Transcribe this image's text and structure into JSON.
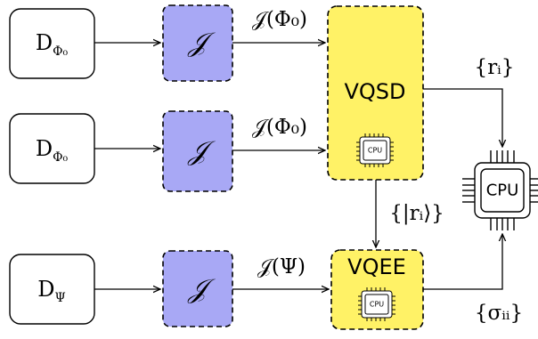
{
  "nodes": {
    "d_phi0_top": {
      "main": "D",
      "sub": "Φ₀"
    },
    "d_phi0_mid": {
      "main": "D",
      "sub": "Φ₀"
    },
    "d_psi": {
      "main": "D",
      "sub": "Ψ"
    },
    "j_top": "𝒥",
    "j_mid": "𝒥",
    "j_bot": "𝒥",
    "vqsd": "VQSD",
    "vqee": "VQEE",
    "cpu_big": "CPU",
    "cpu_small_vqsd": "CPU",
    "cpu_small_vqee": "CPU"
  },
  "edges": {
    "j_phi0_top": "𝒥(Φ₀)",
    "j_phi0_mid": "𝒥(Φ₀)",
    "j_psi": "𝒥(Ψ)",
    "r_i": "{rᵢ}",
    "ket_r_i": "{|rᵢ⟩}",
    "sigma_ii": "{σᵢᵢ}"
  },
  "colors": {
    "j_fill": "#a8a8f5",
    "vq_fill": "#fff266",
    "stroke": "#000000"
  }
}
